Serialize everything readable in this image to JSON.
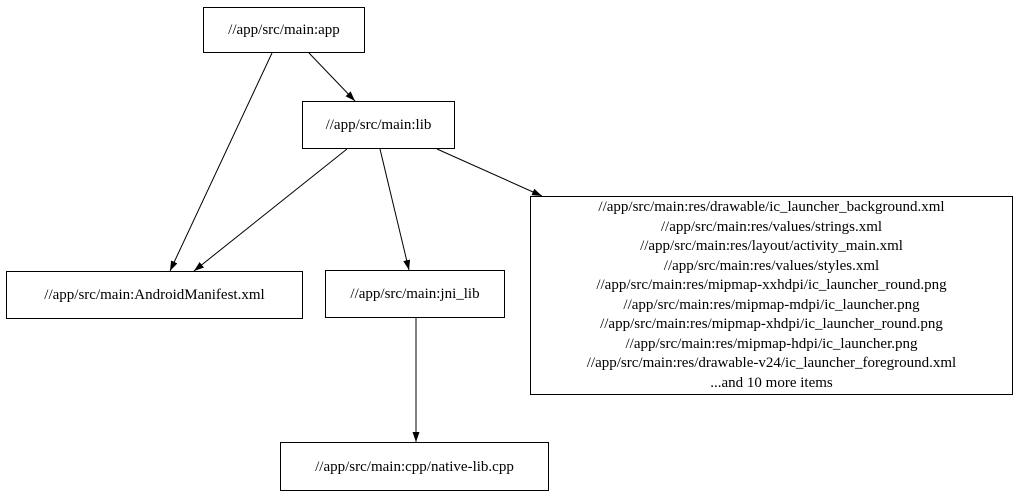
{
  "diagram": {
    "type": "dependency-graph",
    "background_color": "#ffffff",
    "node_border_color": "#000000",
    "edge_color": "#000000",
    "nodes": {
      "app": {
        "label": "//app/src/main:app"
      },
      "lib": {
        "label": "//app/src/main:lib"
      },
      "android_manifest": {
        "label": "//app/src/main:AndroidManifest.xml"
      },
      "jni_lib": {
        "label": "//app/src/main:jni_lib"
      },
      "native_lib_cpp": {
        "label": "//app/src/main:cpp/native-lib.cpp"
      },
      "res_group": {
        "lines": [
          "//app/src/main:res/drawable/ic_launcher_background.xml",
          "//app/src/main:res/values/strings.xml",
          "//app/src/main:res/layout/activity_main.xml",
          "//app/src/main:res/values/styles.xml",
          "//app/src/main:res/mipmap-xxhdpi/ic_launcher_round.png",
          "//app/src/main:res/mipmap-mdpi/ic_launcher.png",
          "//app/src/main:res/mipmap-xhdpi/ic_launcher_round.png",
          "//app/src/main:res/mipmap-hdpi/ic_launcher.png",
          "//app/src/main:res/drawable-v24/ic_launcher_foreground.xml",
          "...and 10 more items"
        ]
      }
    },
    "edges": [
      {
        "from": "app",
        "to": "lib"
      },
      {
        "from": "app",
        "to": "android_manifest"
      },
      {
        "from": "lib",
        "to": "android_manifest"
      },
      {
        "from": "lib",
        "to": "jni_lib"
      },
      {
        "from": "lib",
        "to": "res_group"
      },
      {
        "from": "jni_lib",
        "to": "native_lib_cpp"
      }
    ]
  }
}
